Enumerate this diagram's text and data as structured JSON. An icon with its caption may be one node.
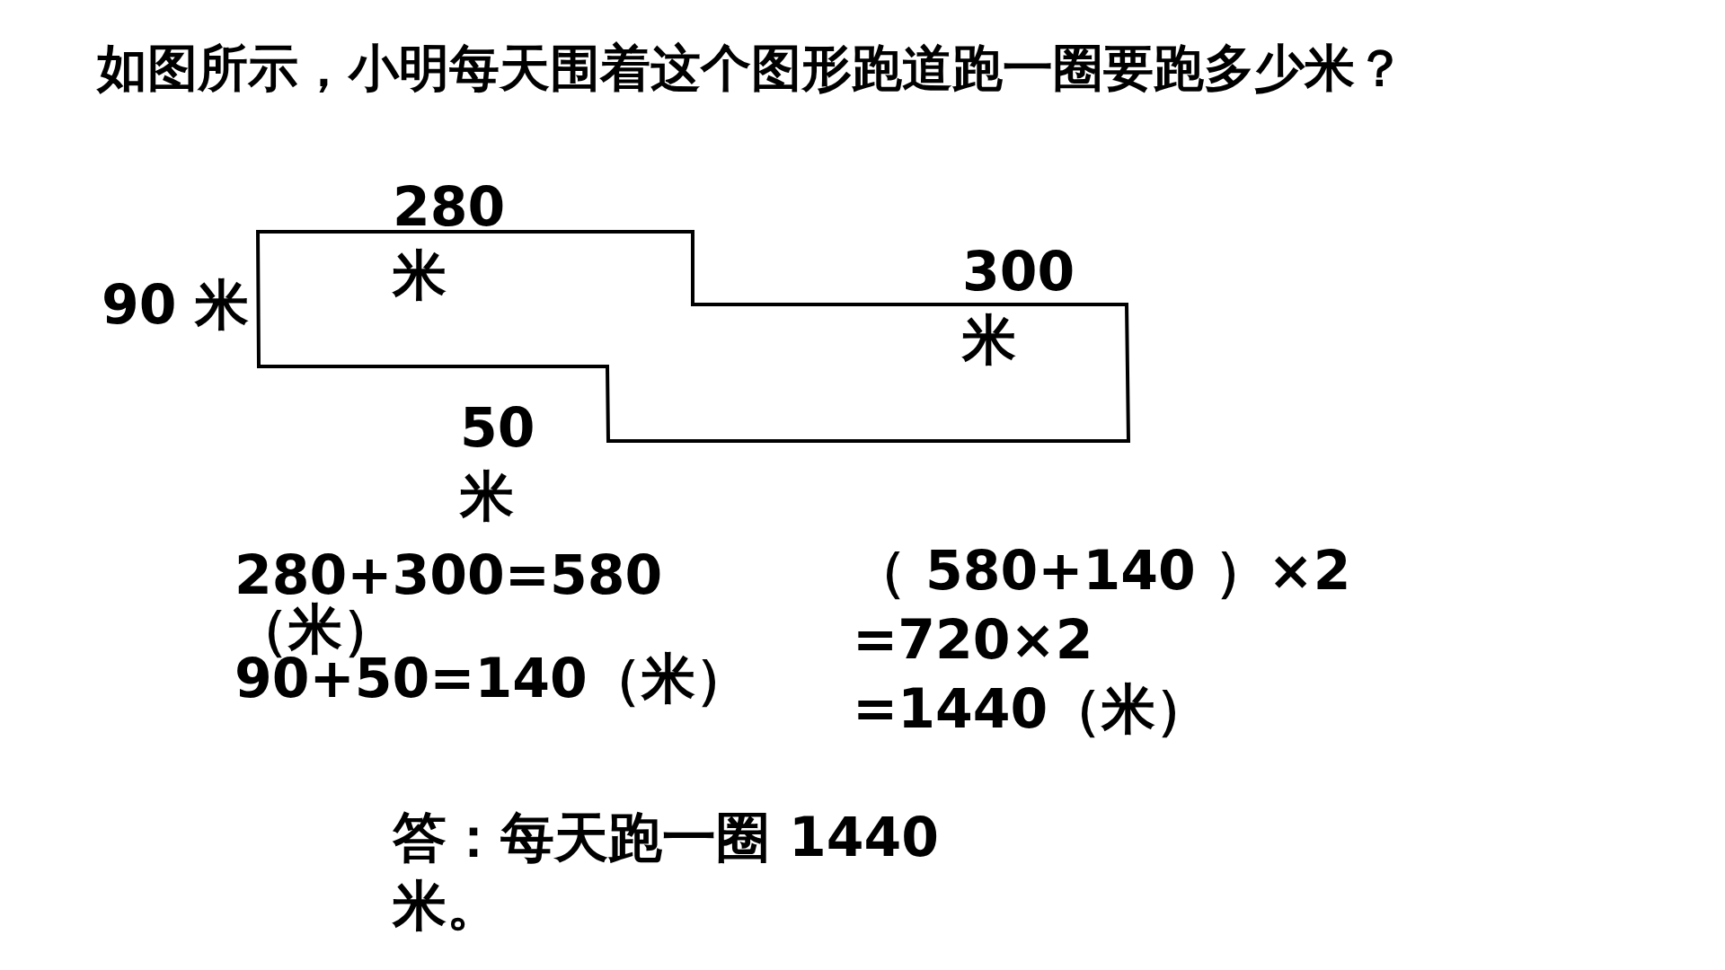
{
  "diagram": {
    "title": "如图所示，小明每天围着这个图形跑道跑一圈要跑多少米？",
    "labels": [
      "280 米",
      "90 米",
      "300 米",
      "50 米",
      "280+300=580（米）",
      "（ 580+140 ）×2",
      "=720×2",
      "90+50=140（米）",
      "=1440（米）",
      "答：每天跑一圈 1440 米。"
    ]
  }
}
